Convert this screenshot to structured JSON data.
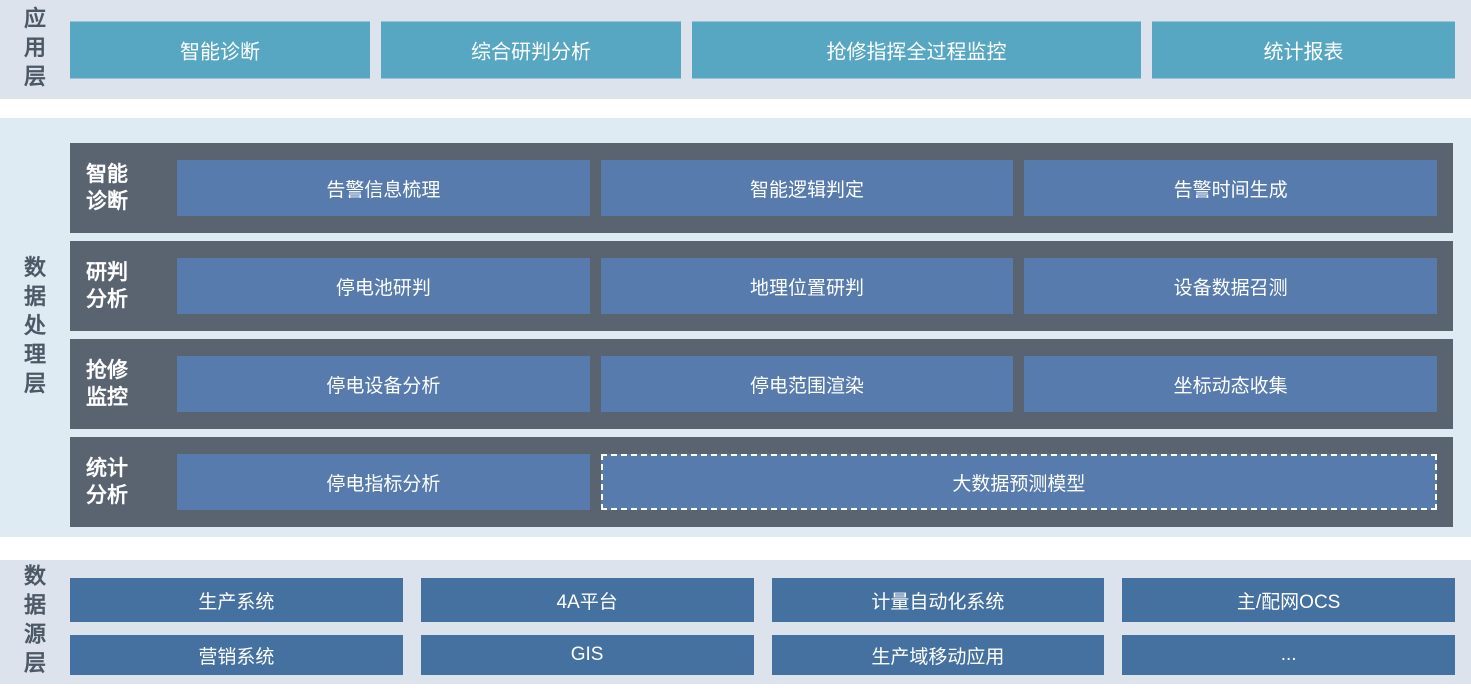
{
  "layers": {
    "app": {
      "label": "应用层",
      "buttons": [
        "智能诊断",
        "综合研判分析",
        "抢修指挥全过程监控",
        "统计报表"
      ]
    },
    "processing": {
      "label": "数据处理层",
      "rows": [
        {
          "label": "智能\n诊断",
          "items": [
            "告警信息梳理",
            "智能逻辑判定",
            "告警时间生成"
          ]
        },
        {
          "label": "研判\n分析",
          "items": [
            "停电池研判",
            "地理位置研判",
            "设备数据召测"
          ]
        },
        {
          "label": "抢修\n监控",
          "items": [
            "停电设备分析",
            "停电范围渲染",
            "坐标动态收集"
          ]
        },
        {
          "label": "统计\n分析",
          "items": [
            "停电指标分析"
          ],
          "dashed_item": "大数据预测模型"
        }
      ]
    },
    "source": {
      "label": "数据源层",
      "rows": [
        [
          "生产系统",
          "4A平台",
          "计量自动化系统",
          "主/配网OCS"
        ],
        [
          "营销系统",
          "GIS",
          "生产域移动应用",
          "..."
        ]
      ]
    }
  },
  "colors": {
    "app_button": "#58a7c2",
    "processing_row": "#5a6370",
    "processing_button": "#567bac",
    "source_button": "#44719f",
    "app_strip_bg": "#dce3ec",
    "processing_strip_bg": "#dfebf3",
    "source_strip_bg": "#dce3ec",
    "layer_label_text": "#4d5866",
    "button_text": "#ffffff"
  }
}
